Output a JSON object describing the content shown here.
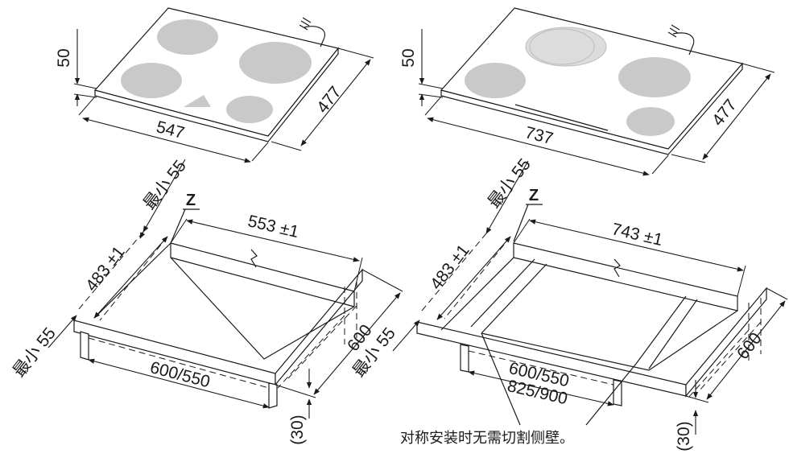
{
  "left_hob": {
    "height": "50",
    "width": "547",
    "depth": "477"
  },
  "right_hob": {
    "height": "50",
    "width": "737",
    "depth": "477"
  },
  "left_cutout": {
    "marker": "Z",
    "width": "553 ±1",
    "depth": "483 ±1",
    "min_back": "最小 55",
    "min_side": "最小 55",
    "cabinet_width": "600/550",
    "counter_depth": "600",
    "edge_clearance": "(30)"
  },
  "right_cutout": {
    "marker": "Z",
    "width": "743 ±1",
    "depth": "483 ±1",
    "min_back": "最小 55",
    "min_side": "最小 55",
    "cabinet_width_1": "600/550",
    "cabinet_width_2": "825/900",
    "counter_depth": "600",
    "edge_clearance": "(30)"
  },
  "note": "对称安装时无需切割侧壁。"
}
